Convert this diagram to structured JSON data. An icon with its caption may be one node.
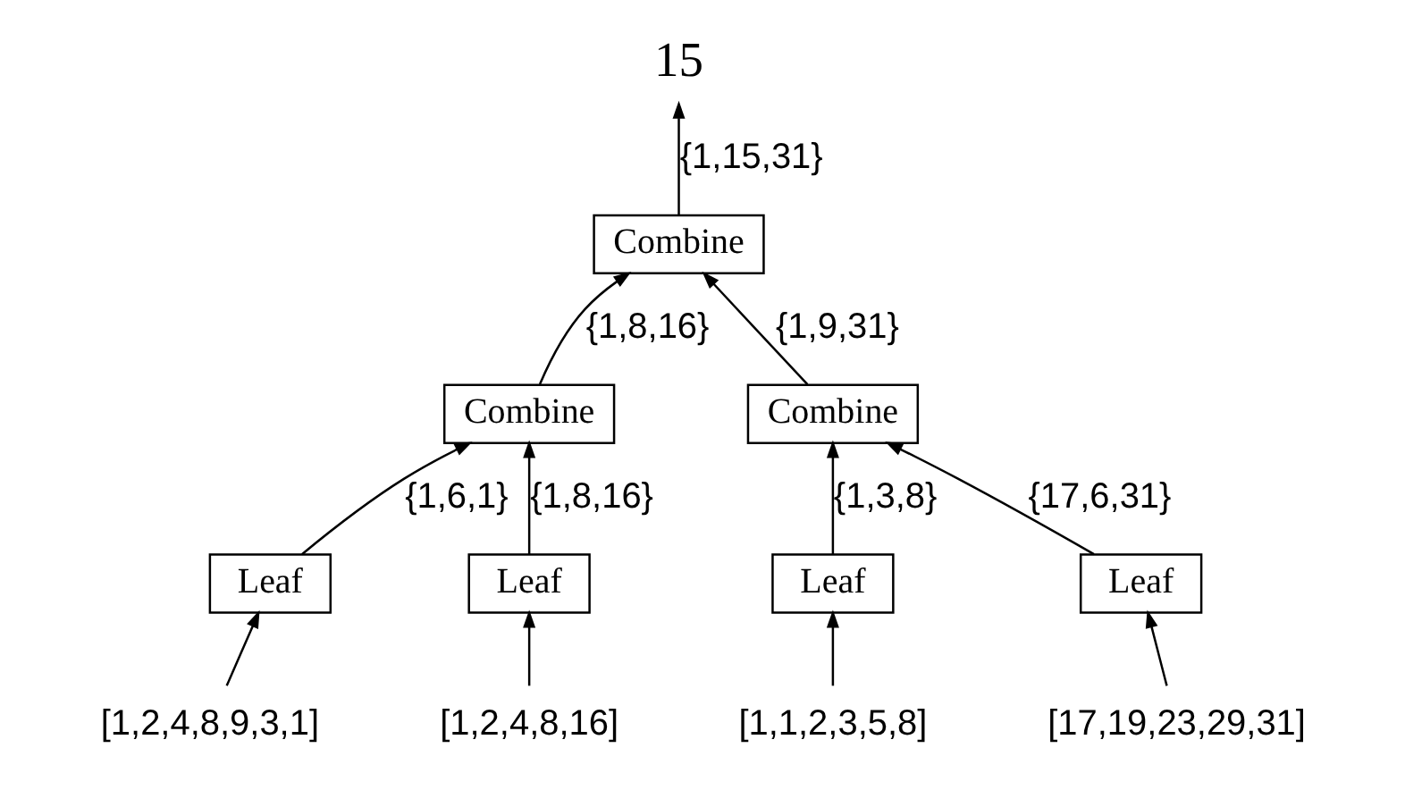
{
  "diagram": {
    "nodes": [
      {
        "text": [
          "15"
        ]
      },
      {
        "text": [
          "Combine"
        ]
      },
      {
        "text": [
          "Combine"
        ]
      },
      {
        "text": [
          "Combine"
        ]
      },
      {
        "text": [
          "Leaf"
        ]
      },
      {
        "text": [
          "Leaf"
        ]
      },
      {
        "text": [
          "Leaf"
        ]
      },
      {
        "text": [
          "Leaf"
        ]
      },
      {
        "text": [
          "[1,2,4,8,9,3,1]"
        ]
      },
      {
        "text": [
          "[1,2,4,8,16]"
        ]
      },
      {
        "text": [
          "[1,1,2,3,5,8]"
        ]
      },
      {
        "text": [
          "[17,19,23,29,31]"
        ]
      }
    ],
    "edges": [
      {
        "from": 8,
        "to": 4,
        "arrow": "to"
      },
      {
        "from": 9,
        "to": 5,
        "arrow": "to"
      },
      {
        "from": 10,
        "to": 6,
        "arrow": "to"
      },
      {
        "from": 11,
        "to": 7,
        "arrow": "to"
      },
      {
        "from": 4,
        "to": 2,
        "arrow": "to",
        "label": "{1,6,1}"
      },
      {
        "from": 5,
        "to": 2,
        "arrow": "to",
        "label": "{1,8,16}"
      },
      {
        "from": 6,
        "to": 3,
        "arrow": "to",
        "label": "{1,3,8}"
      },
      {
        "from": 7,
        "to": 3,
        "arrow": "to",
        "label": "{17,6,31}"
      },
      {
        "from": 2,
        "to": 1,
        "arrow": "to",
        "label": "{1,8,16}"
      },
      {
        "from": 3,
        "to": 1,
        "arrow": "to",
        "label": "{1,9,31}"
      },
      {
        "from": 1,
        "to": 0,
        "arrow": "to",
        "label": "{1,15,31}"
      }
    ]
  }
}
